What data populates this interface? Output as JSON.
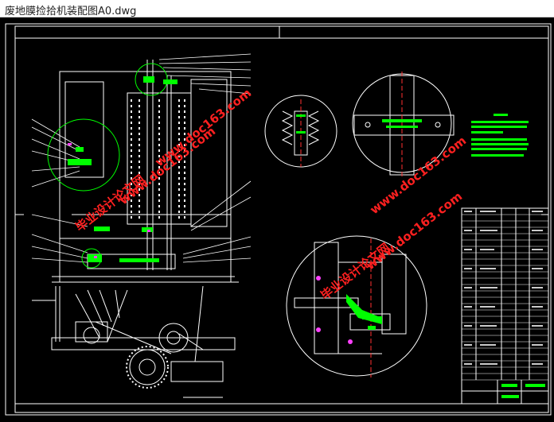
{
  "window": {
    "title": "废地膜捡拾机装配图A0.dwg"
  },
  "watermarks": [
    {
      "text": "毕业设计论文网"
    },
    {
      "text": "www.doc163.com"
    }
  ],
  "colors": {
    "background": "#000000",
    "line": "#ffffff",
    "green": "#00ff00",
    "red": "#ff3030",
    "magenta": "#ff40ff",
    "watermark": "#ff2020"
  },
  "icons": [
    "cad-drawing"
  ]
}
